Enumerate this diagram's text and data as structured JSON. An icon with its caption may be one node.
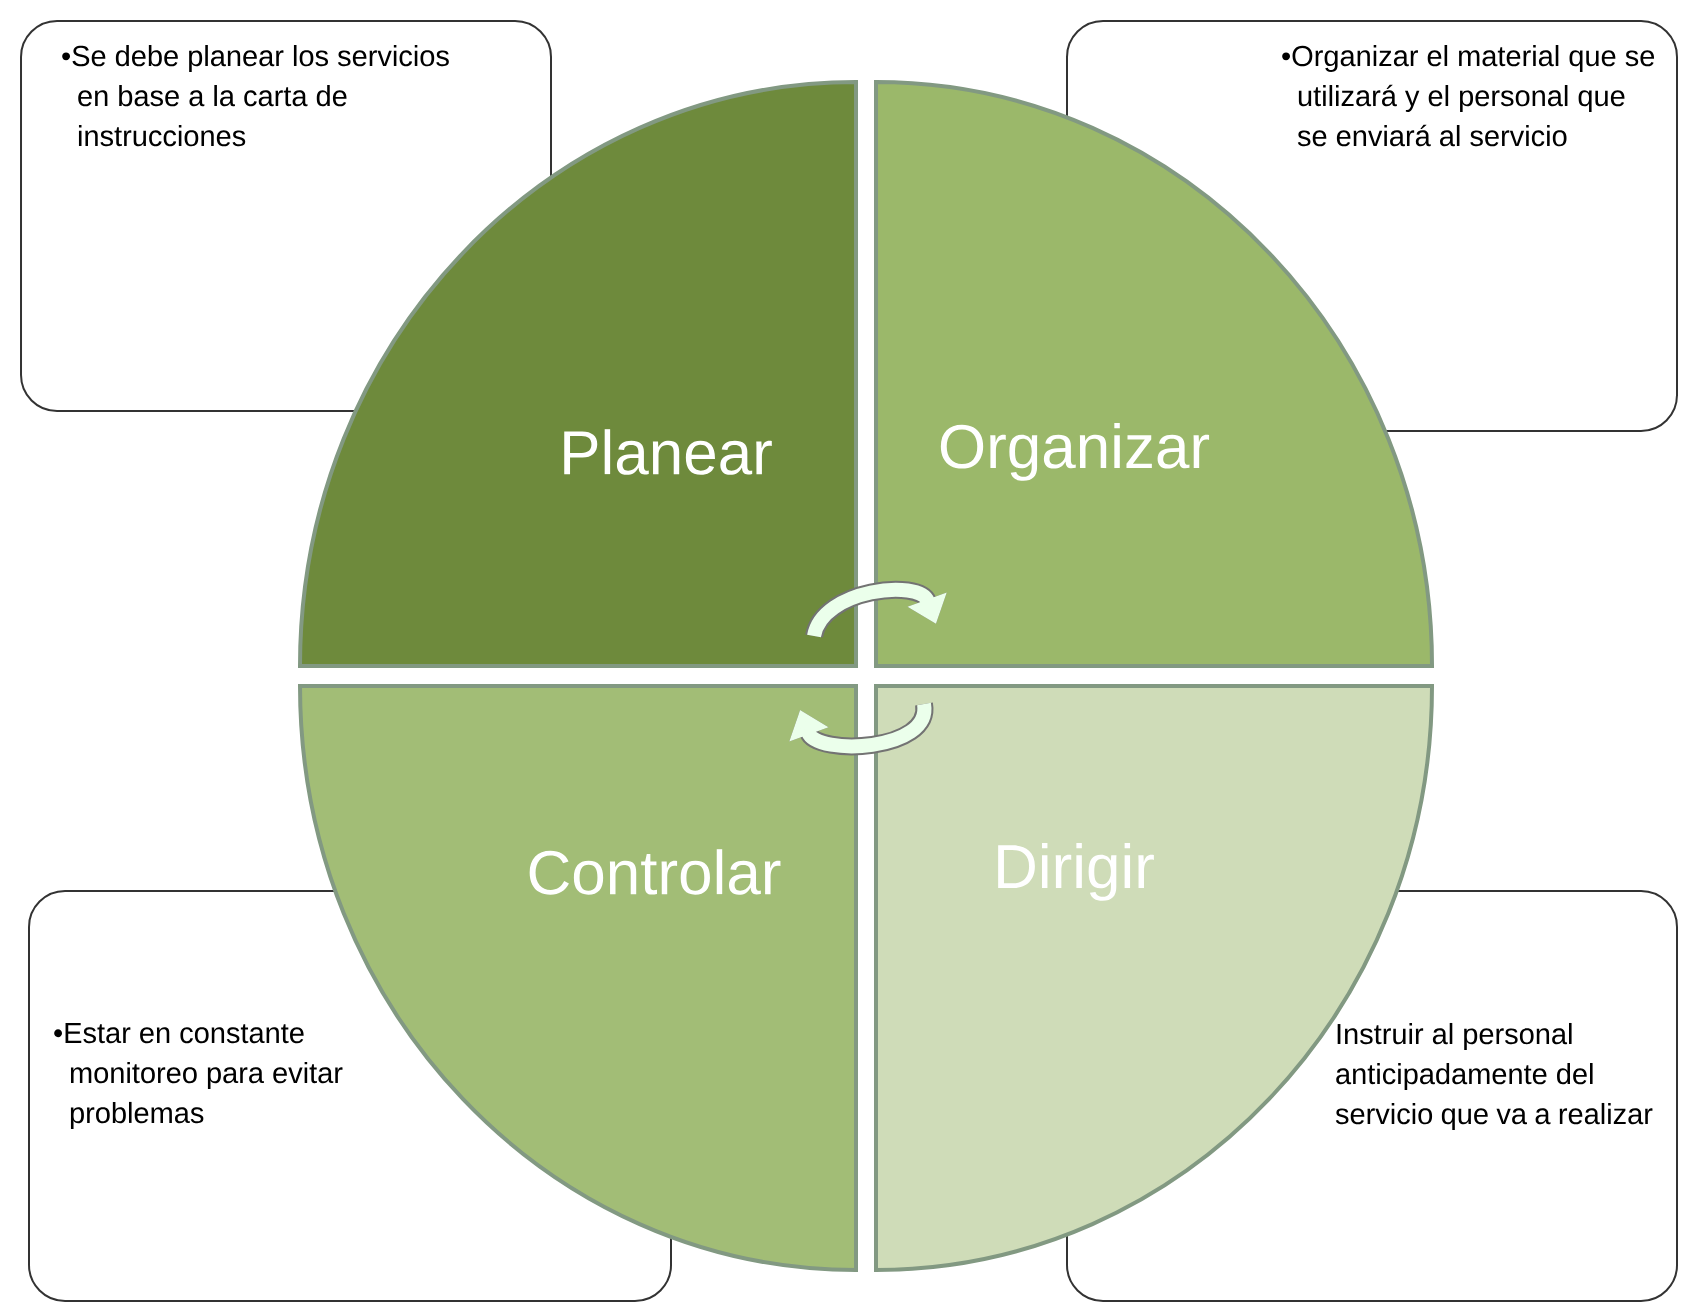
{
  "diagram": {
    "nodes": [
      {
        "text": [
          "•Se debe planear los servicios en base a la carta de instrucciones"
        ]
      },
      {
        "text": [
          "•Organizar el material que se utilizará y el personal que se enviará al servicio"
        ]
      },
      {
        "text": [
          "Planear"
        ]
      },
      {
        "text": [
          "Organizar"
        ]
      },
      {
        "text": [
          "Controlar"
        ]
      },
      {
        "text": [
          "Dirigir"
        ]
      },
      {
        "text": [
          "•Estar en constante monitoreo para evitar problemas"
        ]
      },
      {
        "text": [
          "Instruir al personal anticipadamente del servicio que va a realizar"
        ]
      }
    ],
    "edges": [
      {
        "from": 2,
        "to": 3,
        "arrow": "to"
      },
      {
        "from": 5,
        "to": 4,
        "arrow": "to"
      }
    ]
  }
}
